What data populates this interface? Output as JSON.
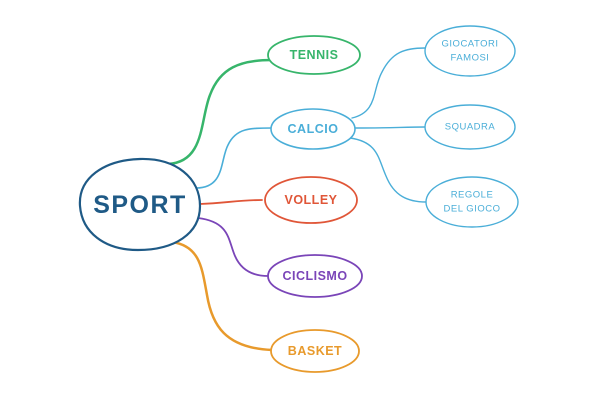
{
  "colors": {
    "root": "#1f5a86",
    "tennis": "#37b56b",
    "calcio": "#4aaed8",
    "volley": "#e05638",
    "ciclismo": "#7a45b8",
    "basket": "#e89a2c"
  },
  "root": {
    "label": "SPORT"
  },
  "branches": [
    {
      "id": "tennis",
      "label": "TENNIS"
    },
    {
      "id": "calcio",
      "label": "CALCIO"
    },
    {
      "id": "volley",
      "label": "VOLLEY"
    },
    {
      "id": "ciclismo",
      "label": "CICLISMO"
    },
    {
      "id": "basket",
      "label": "BASKET"
    }
  ],
  "calcio_children": [
    {
      "id": "giocatori",
      "lines": [
        "GIOCATORI",
        "FAMOSI"
      ]
    },
    {
      "id": "squadra",
      "lines": [
        "SQUADRA"
      ]
    },
    {
      "id": "regole",
      "lines": [
        "REGOLE",
        "DEL GIOCO"
      ]
    }
  ]
}
